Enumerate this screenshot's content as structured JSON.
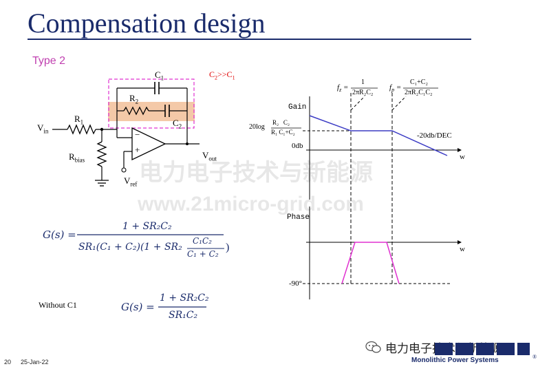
{
  "slide": {
    "title": "Compensation design",
    "subtitle": "Type 2",
    "page_number": "20",
    "date": "25-Jan-22"
  },
  "circuit": {
    "c1": "C",
    "c1_sub": "1",
    "r2": "R",
    "r2_sub": "2",
    "c2": "C",
    "c2_sub": "2",
    "r1": "R",
    "r1_sub": "1",
    "vin": "V",
    "vin_sub": "in",
    "rbias": "R",
    "rbias_sub": "bias",
    "vref": "V",
    "vref_sub": "ref",
    "vout": "V",
    "vout_sub": "out",
    "condition": "C",
    "condition_sub1": "2",
    "condition_mid": ">>C",
    "condition_sub2": "1",
    "minus": "−",
    "plus": "+"
  },
  "gain_plot": {
    "label": "Gain",
    "fz_lhs": "f",
    "fz_sub": "z",
    "fz_num": "1",
    "fz_den": "2πR₂C₂",
    "fp_lhs": "f",
    "fp_sub": "p",
    "fp_num": "C₁+C₂",
    "fp_den": "2πR₂C₁C₂",
    "level_prefix": "20log",
    "level_num": "R₂   C₂",
    "level_den": "R₁ C₁+C₂",
    "odb": "0db",
    "slope": "-20db/DEC",
    "axis_w": "w"
  },
  "phase_plot": {
    "label": "Phase",
    "level": "-90°",
    "axis_w": "w"
  },
  "equations": {
    "g_lhs": "G(s) =",
    "g_num": "1 + SR₂C₂",
    "g_den_pre": "SR₁(C₁ + C₂)(1 + SR₂",
    "g_den_frac_num": "C₁C₂",
    "g_den_frac_den": "C₁ + C₂",
    "g_den_post": ")",
    "without_label": "Without C1",
    "g2_lhs": "G(s) =",
    "g2_num": "1 + SR₂C₂",
    "g2_den": "SR₁C₂"
  },
  "watermark": {
    "line1": "电力电子技术与新能源",
    "line2": "www.21micro-grid.com"
  },
  "wechat_caption": "电力电子技术与新能源",
  "logo": {
    "company": "Monolithic Power Systems",
    "registered": "®"
  },
  "colors": {
    "title": "#1a2b6b",
    "accent": "#c040b0",
    "gain_line": "#3b3bc4",
    "phase_line": "#e030d0",
    "highlight": "#f4c9a8"
  },
  "icons": [
    "wechat-icon",
    "mps-logo"
  ]
}
